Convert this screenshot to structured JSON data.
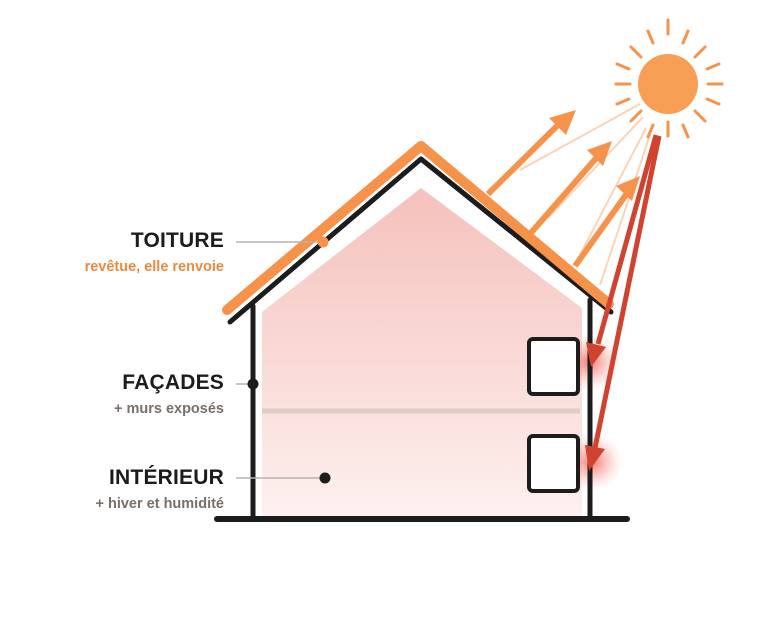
{
  "labels": {
    "toiture": {
      "title": "TOITURE",
      "subtitle": "revêtue, elle renvoie"
    },
    "facades": {
      "title": "FAÇADES",
      "subtitle": "+ murs exposés"
    },
    "interieur": {
      "title": "INTÉRIEUR",
      "subtitle": "+ hiver et humidité"
    }
  },
  "colors": {
    "orange": "#f7924a",
    "orange_subtitle": "#f0883e",
    "grey_subtitle": "#7b7067",
    "red_arrow": "#d0432f",
    "dark": "#1c1c1c",
    "interior_top": "#f5c1bc",
    "interior_bottom": "#fdf1ef"
  }
}
